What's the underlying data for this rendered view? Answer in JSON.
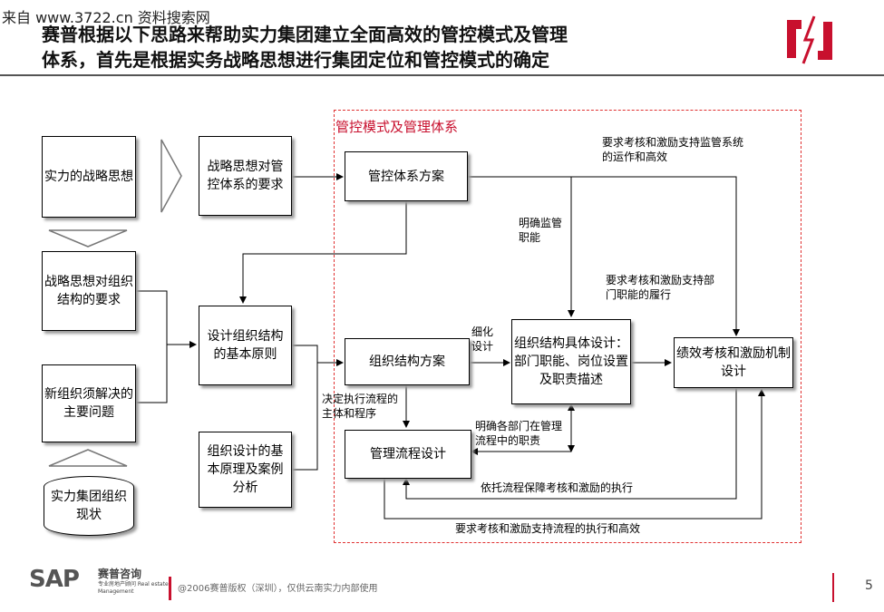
{
  "watermark": "来自 www.3722.cn 资料搜索网",
  "title": {
    "line1": "赛普根据以下思路来帮助实力集团建立全面高效的管控模式及管理",
    "line2": "体系，首先是根据实务战略思想进行集团定位和管控模式的确定"
  },
  "region_title": "管控模式及管理体系",
  "boxes": {
    "strategy": "实力的战略思想",
    "org_req": "战略思想对组织结构的要求",
    "new_org": "新组织须解决的主要问题",
    "status": "实力集团组织现状",
    "control_req": "战略思想对管控体系的要求",
    "design_principle": "设计组织结构的基本原则",
    "case": "组织设计的基本原理及案例分析",
    "control_plan": "管控体系方案",
    "org_plan": "组织结构方案",
    "process": "管理流程设计",
    "detail": "组织结构具体设计：部门职能、岗位设置及职责描述",
    "perf": "绩效考核和激励机制设计"
  },
  "labels": {
    "top_right": "要求考核和激励支持监管系统的运作和高效",
    "clarify": "明确监管职能",
    "dept_duty": "要求考核和激励支持部门职能的履行",
    "refine": "细化设计",
    "decide": "决定执行流程的主体和程序",
    "clarify_dept": "明确各部门在管理流程中的职责",
    "rely": "依托流程保障考核和激励的执行",
    "bottom": "要求考核和激励支持流程的执行和高效"
  },
  "footer": {
    "logo": "SAP",
    "company": "赛普咨询",
    "company_sub": "专业房地产顾问 Real estate Management",
    "copyright": "@2006赛普版权（深圳），仅供云南实力内部使用",
    "page": "5"
  },
  "colors": {
    "accent": "#c8102e",
    "dash": "#e03030"
  }
}
